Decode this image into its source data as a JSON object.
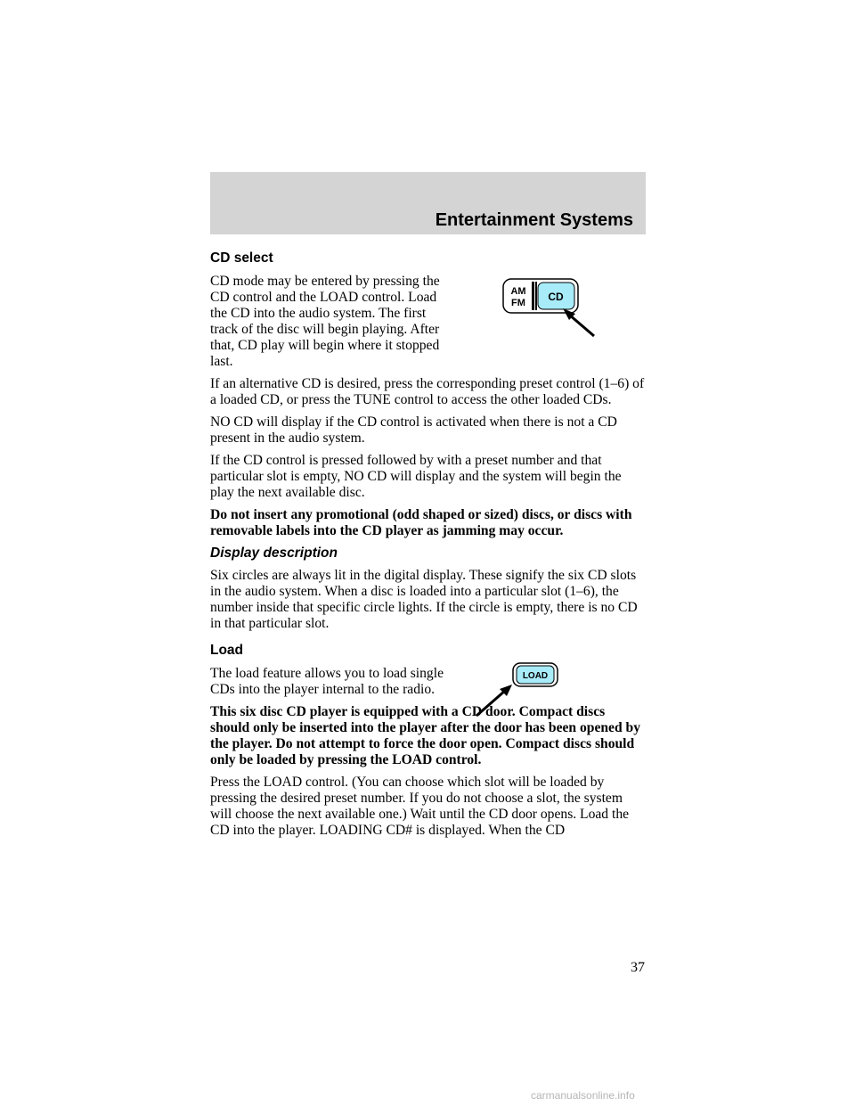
{
  "header": {
    "title": "Entertainment Systems"
  },
  "sections": {
    "cd_select": {
      "heading": "CD select",
      "intro": "CD mode may be entered by pressing the CD control and the LOAD control. Load the CD into the audio system. The first track of the disc will begin playing. After that, CD play will begin where it stopped last.",
      "p1": "If an alternative CD is desired, press the corresponding preset control (1–6) of a loaded CD, or press the TUNE control to access the other loaded CDs.",
      "p2": "NO CD will display if the CD control is activated when there is not a CD present in the audio system.",
      "p3": "If the CD control is pressed followed by with a preset number and that particular slot is empty, NO CD will display and the system will begin the play the next available disc.",
      "warning": "Do not insert any promotional (odd shaped or sized) discs, or discs with removable labels into the CD player as jamming may occur."
    },
    "display_description": {
      "heading": "Display description",
      "p1": "Six circles are always lit in the digital display. These signify the six CD slots in the audio system. When a disc is loaded into a particular slot (1–6), the number inside that specific circle lights. If the circle is empty, there is no CD in that particular slot."
    },
    "load": {
      "heading": "Load",
      "intro": "The load feature allows you to load single CDs into the player internal to the radio.",
      "warning": "This six disc CD player is equipped with a CD door. Compact discs should only be inserted into the player after the door has been opened by the player. Do not attempt to force the door open. Compact discs should only be loaded by pressing the LOAD control.",
      "p1": "Press the LOAD control. (You can choose which slot will be loaded by pressing the desired preset number. If you do not choose a slot, the system will choose the next available one.) Wait until the CD door opens. Load the CD into the player. LOADING CD# is displayed. When the CD"
    }
  },
  "figures": {
    "cd_control": {
      "am": "AM",
      "fm": "FM",
      "cd": "CD",
      "highlight_color": "#a8ecfa"
    },
    "load_control": {
      "label": "LOAD",
      "highlight_color": "#a8ecfa"
    }
  },
  "page_number": "37",
  "watermark": "carmanualsonline.info"
}
